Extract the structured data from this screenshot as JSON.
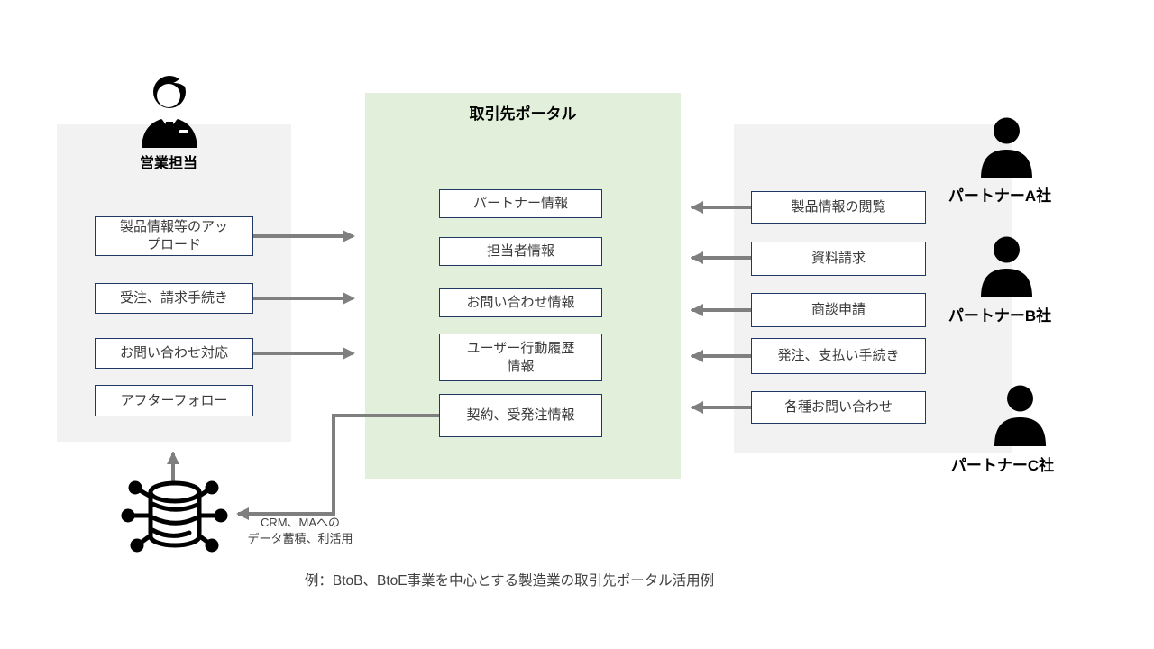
{
  "portal": {
    "title": "取引先ポータル",
    "items": [
      "パートナー情報",
      "担当者情報",
      "お問い合わせ情報",
      "ユーザー行動履歴情報",
      "契約、受発注情報"
    ]
  },
  "sales": {
    "label": "営業担当",
    "icon": "businessman-icon",
    "tasks": [
      "製品情報等のアップロード",
      "受注、請求手続き",
      "お問い合わせ対応",
      "アフターフォロー"
    ]
  },
  "partners": {
    "icon": "person-icon",
    "actions": [
      "製品情報の閲覧",
      "資料請求",
      "商談申請",
      "発注、支払い手続き",
      "各種お問い合わせ"
    ],
    "companies": [
      "パートナーA社",
      "パートナーB社",
      "パートナーC社"
    ]
  },
  "crm": {
    "icon": "database-network-icon",
    "note_line1": "CRM、MAへの",
    "note_line2": "データ蓄積、利活用"
  },
  "caption": "例：BtoB、BtoE事業を中心とする製造業の取引先ポータル活用例",
  "colors": {
    "panel_gray": "#f2f2f2",
    "panel_green": "#e2efda",
    "box_border": "#1f3864",
    "arrow_gray": "#7f7f7f",
    "icon_black": "#000000"
  }
}
